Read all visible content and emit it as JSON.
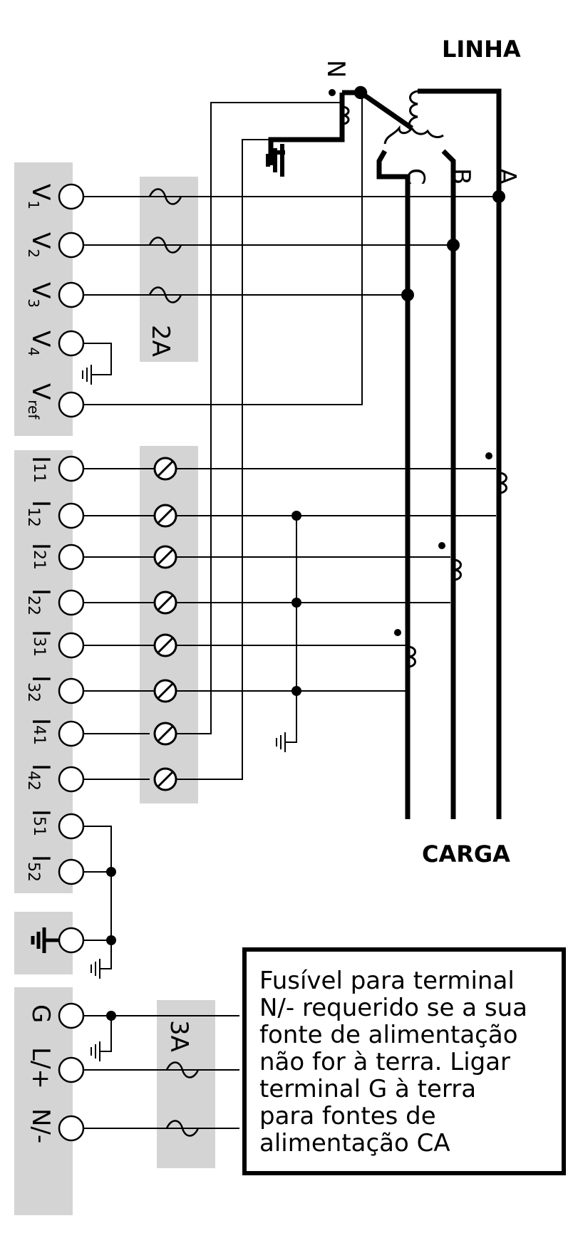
{
  "labels": {
    "linha": "LINHA",
    "carga": "CARGA",
    "neutral": "N",
    "phase_a": "A",
    "phase_b": "B",
    "phase_c": "C",
    "fuse_2a": "2A",
    "fuse_3a": "3A"
  },
  "voltage_terminals": [
    {
      "main": "V",
      "sub": "1"
    },
    {
      "main": "V",
      "sub": "2"
    },
    {
      "main": "V",
      "sub": "3"
    },
    {
      "main": "V",
      "sub": "4"
    },
    {
      "main": "V",
      "sub": "ref"
    }
  ],
  "current_terminals": [
    {
      "main": "I",
      "sub": "11"
    },
    {
      "main": "I",
      "sub": "12"
    },
    {
      "main": "I",
      "sub": "21"
    },
    {
      "main": "I",
      "sub": "22"
    },
    {
      "main": "I",
      "sub": "31"
    },
    {
      "main": "I",
      "sub": "32"
    },
    {
      "main": "I",
      "sub": "41"
    },
    {
      "main": "I",
      "sub": "42"
    },
    {
      "main": "I",
      "sub": "51"
    },
    {
      "main": "I",
      "sub": "52"
    }
  ],
  "power_terminals": [
    "G",
    "L/+",
    "N/-"
  ],
  "note_lines": [
    "Fusível para terminal",
    "N/- requerido se a sua",
    "fonte de alimentação",
    "não for  à terra. Ligar",
    "terminal G à terra",
    "para fontes de",
    "alimentação CA"
  ]
}
